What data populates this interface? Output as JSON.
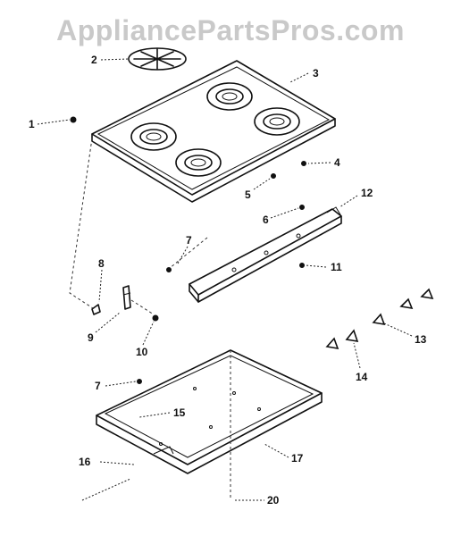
{
  "watermark": "AppliancePartsPros.com",
  "callouts": {
    "c1": "1",
    "c2": "2",
    "c3": "3",
    "c4": "4",
    "c5": "5",
    "c6": "6",
    "c7a": "7",
    "c7b": "7",
    "c8": "8",
    "c9": "9",
    "c10": "10",
    "c11": "11",
    "c12": "12",
    "c13": "13",
    "c14": "14",
    "c15": "15",
    "c16": "16",
    "c17": "17",
    "c20": "20"
  }
}
